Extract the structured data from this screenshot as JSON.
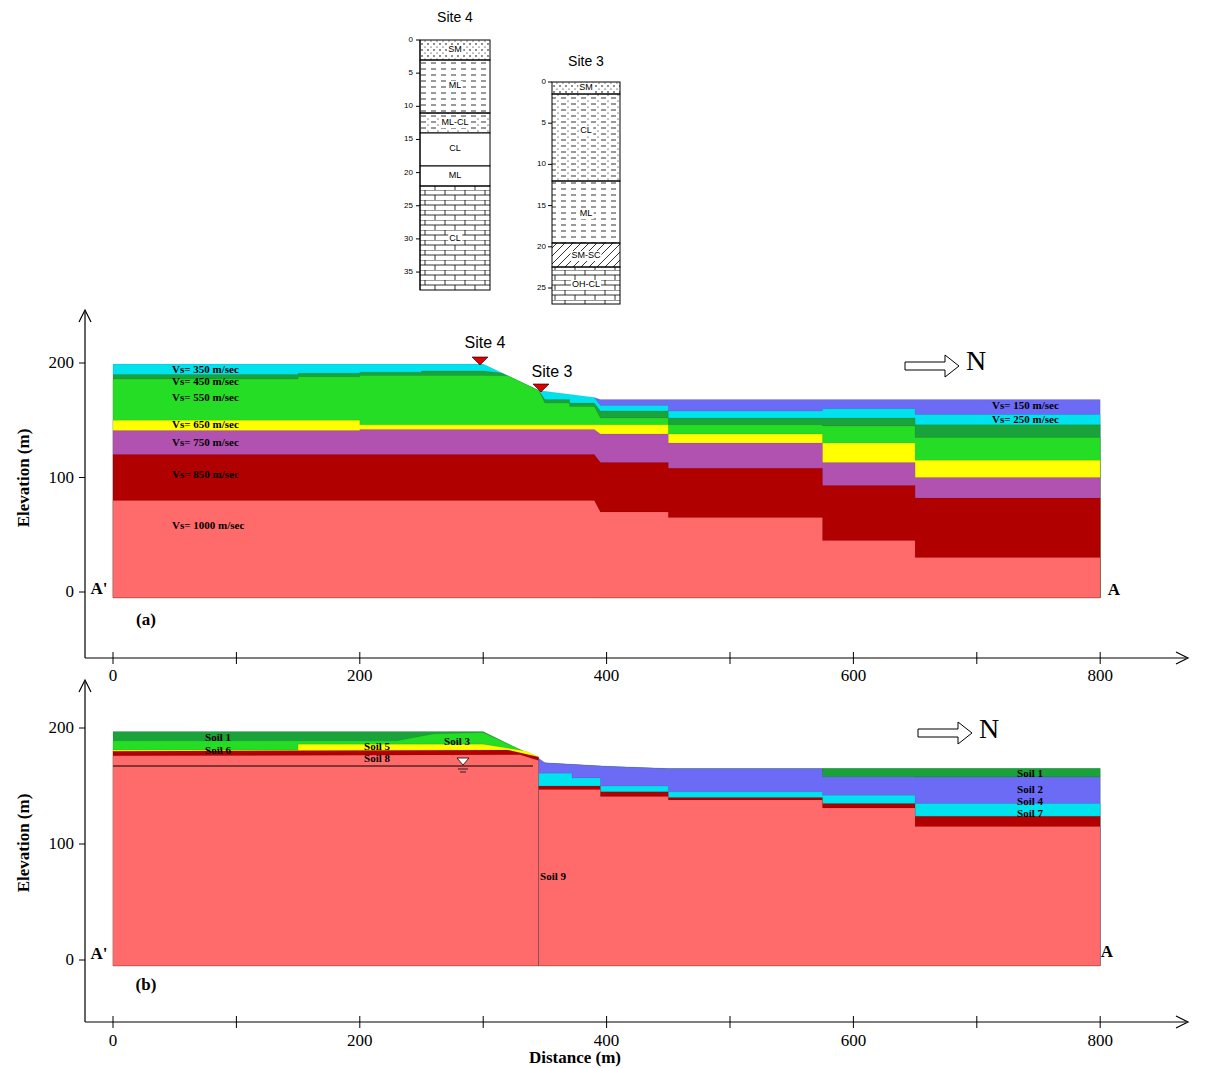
{
  "diagram": {
    "labels": [
      "Site 4",
      "0",
      "5",
      "10",
      "15",
      "20",
      "25",
      "30",
      "35",
      "SM",
      "ML",
      "ML-CL",
      "CL",
      "ML",
      "CL",
      "Site 3",
      "0",
      "5",
      "10",
      "15",
      "20",
      "25",
      "SM",
      "CL",
      "ML",
      "SM-SC",
      "OH-CL",
      "200",
      "100",
      "0",
      "Elevation (m)",
      "Site 4",
      "Site 3",
      "N",
      "Vs= 350 m/sec",
      "Vs= 450 m/sec",
      "Vs= 550 m/sec",
      "Vs= 650 m/sec",
      "Vs= 750 m/sec",
      "Vs= 850 m/sec",
      "Vs= 1000 m/sec",
      "Vs= 150 m/sec",
      "Vs= 250 m/sec",
      "A'",
      "A",
      "(a)",
      "0",
      "200",
      "400",
      "600",
      "800",
      "200",
      "100",
      "0",
      "Elevation (m)",
      "N",
      "Soil 1",
      "Soil 6",
      "Soil 5",
      "Soil 3",
      "Soil 8",
      "Soil 1",
      "Soil 2",
      "Soil 4",
      "Soil 7",
      "Soil 9",
      "A'",
      "A",
      "(b)",
      "0",
      "200",
      "400",
      "600",
      "800",
      "Distance (m)"
    ]
  }
}
